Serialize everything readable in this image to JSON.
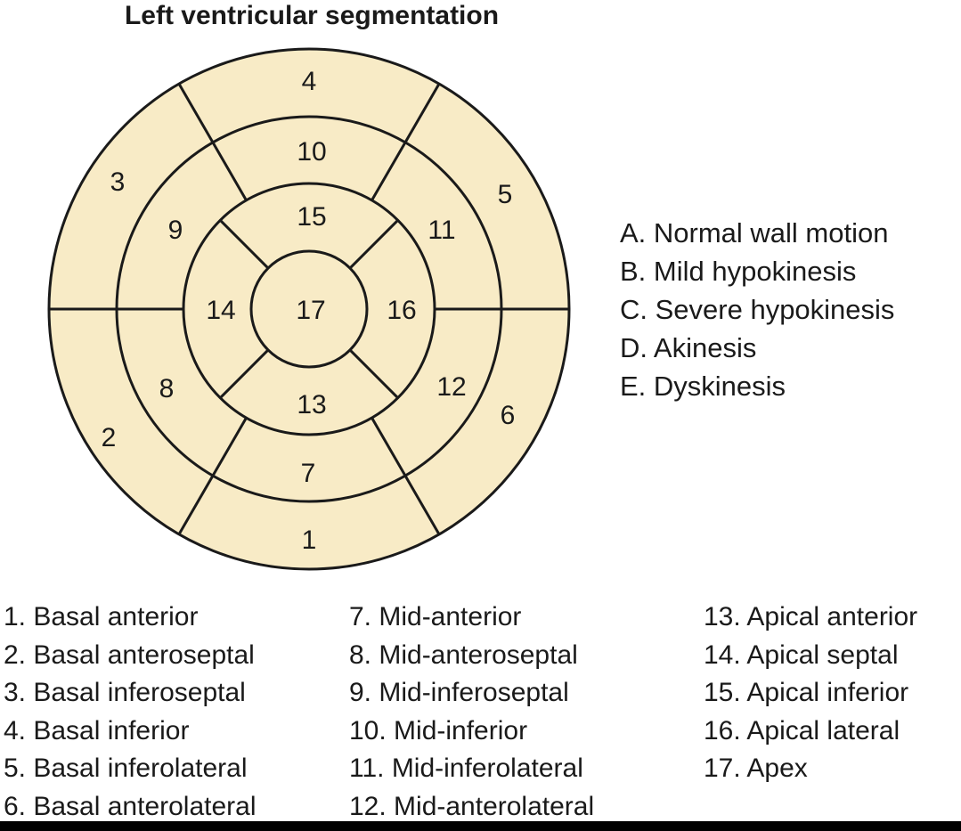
{
  "title": "Left ventricular segmentation",
  "colors": {
    "fill": "#F8EBC6",
    "stroke": "#1a1a1a"
  },
  "segments": [
    {
      "id": "1",
      "label": "1"
    },
    {
      "id": "2",
      "label": "2"
    },
    {
      "id": "3",
      "label": "3"
    },
    {
      "id": "4",
      "label": "4"
    },
    {
      "id": "5",
      "label": "5"
    },
    {
      "id": "6",
      "label": "6"
    },
    {
      "id": "7",
      "label": "7"
    },
    {
      "id": "8",
      "label": "8"
    },
    {
      "id": "9",
      "label": "9"
    },
    {
      "id": "10",
      "label": "10"
    },
    {
      "id": "11",
      "label": "11"
    },
    {
      "id": "12",
      "label": "12"
    },
    {
      "id": "13",
      "label": "13"
    },
    {
      "id": "14",
      "label": "14"
    },
    {
      "id": "15",
      "label": "15"
    },
    {
      "id": "16",
      "label": "16"
    },
    {
      "id": "17",
      "label": "17"
    }
  ],
  "wall_motion_grades": [
    "A. Normal wall motion",
    "B. Mild hypokinesis",
    "C. Severe hypokinesis",
    "D. Akinesis",
    "E. Dyskinesis"
  ],
  "segment_legend": [
    [
      "1. Basal anterior",
      "2. Basal anteroseptal",
      "3. Basal inferoseptal",
      "4. Basal inferior",
      "5. Basal inferolateral",
      "6. Basal anterolateral"
    ],
    [
      "7. Mid-anterior",
      "8. Mid-anteroseptal",
      "9. Mid-inferoseptal",
      "10. Mid-inferior",
      "11. Mid-inferolateral",
      "12. Mid-anterolateral"
    ],
    [
      "13. Apical anterior",
      "14. Apical septal",
      "15. Apical inferior",
      "16. Apical lateral",
      "17. Apex"
    ]
  ]
}
